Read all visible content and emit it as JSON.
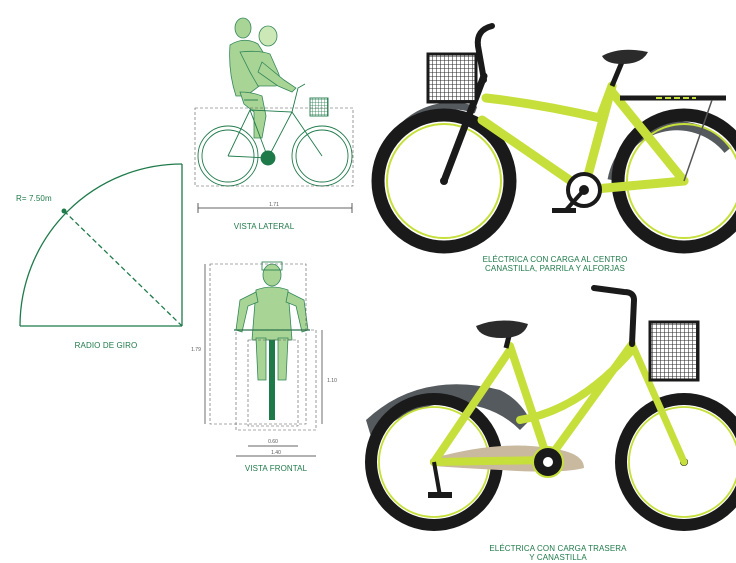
{
  "colors": {
    "green": "#1f7a4a",
    "lime": "#c6df3a",
    "dark": "#2b2b2b",
    "fender": "#555a5e",
    "tan": "#c9b99f",
    "figure": "#9fd08a"
  },
  "turning_radius": {
    "radius_label": "R= 7.50m",
    "caption": "RADIO DE GIRO"
  },
  "side_view": {
    "caption": "VISTA LATERAL",
    "length_label": "1.71"
  },
  "front_view": {
    "caption": "VISTA FRONTAL",
    "height_total": "1.79",
    "height_bars": "1.10",
    "width_inner": "0.60",
    "width_outer": "1.40"
  },
  "bike_1": {
    "caption_line1": "ELÉCTRICA CON CARGA AL CENTRO",
    "caption_line2": "CANASTILLA, PARRILA Y ALFORJAS"
  },
  "bike_2": {
    "caption_line1": "ELÉCTRICA CON CARGA TRASERA",
    "caption_line2": "Y CANASTILLA"
  }
}
